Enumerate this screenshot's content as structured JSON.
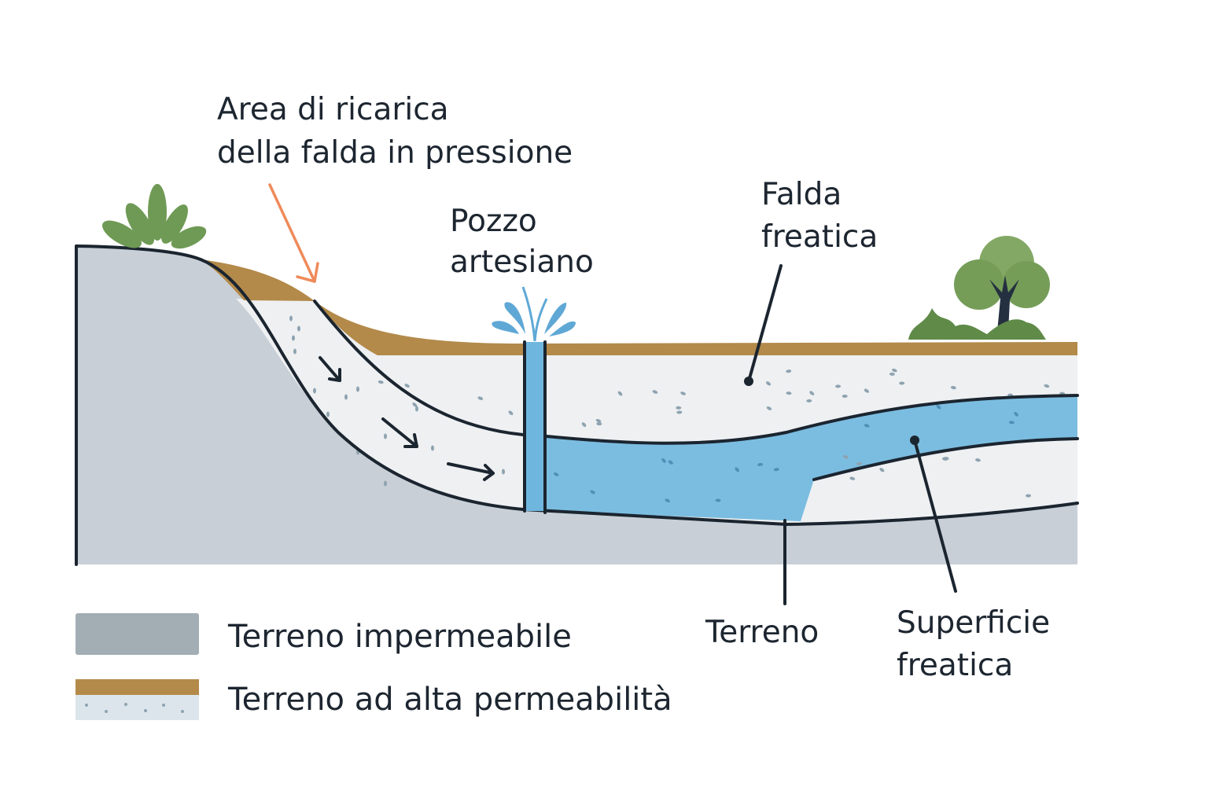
{
  "labels": {
    "recharge_line1": "Area di ricarica",
    "recharge_line2": "della falda in pressione",
    "well_line1": "Pozzo",
    "well_line2": "artesiano",
    "unconfined_line1": "Falda",
    "unconfined_line2": "freatica",
    "soil": "Terreno",
    "water_table_line1": "Superficie",
    "water_table_line2": "freatica"
  },
  "legend": [
    {
      "label": "Terreno impermeabile",
      "color": "#a2adb4"
    },
    {
      "label": "Terreno ad alta permeabilità",
      "color": "#b38a4a"
    }
  ],
  "colors": {
    "impermeable": "#c8cfd6",
    "permeable_top": "#b38a4a",
    "permeable": "#eef0f2",
    "water": "#7bbde0",
    "vegetation": "#6f9a55",
    "arrow": "#ef8a5a"
  }
}
